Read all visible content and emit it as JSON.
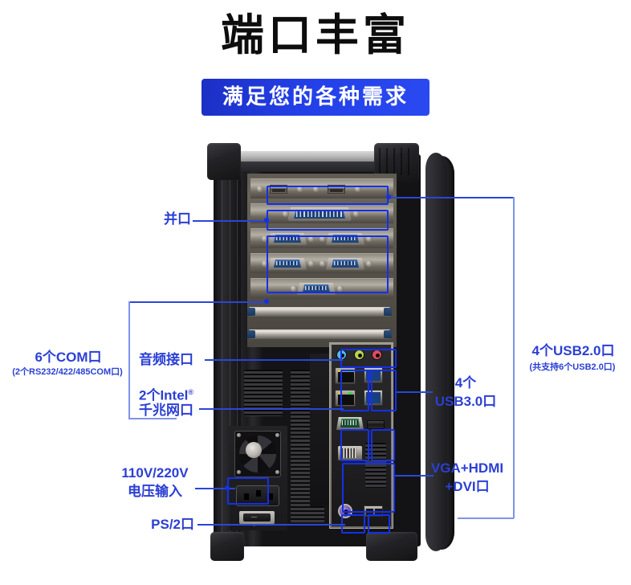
{
  "header": {
    "title": "端口丰富",
    "subtitle": "满足您的各种需求"
  },
  "colors": {
    "accent_blue": "#2b3fd4",
    "highlight_blue": "#1430e8",
    "badge_blue": "#2340e8",
    "label_text": "#2b3fd4",
    "bracket_blue": "#8fa0ec"
  },
  "callouts": {
    "parallel_port": {
      "label": "并口"
    },
    "com_ports": {
      "label": "6个COM口",
      "sub": "(2个RS232/422/485COM口)"
    },
    "audio": {
      "label": "音频接口"
    },
    "lan": {
      "line1": "2个Intel",
      "superscript": "®",
      "line2": "千兆网口"
    },
    "power_input": {
      "line1": "110V/220V",
      "line2": "电压输入"
    },
    "ps2": {
      "label": "PS/2口"
    },
    "usb3": {
      "line1": "4个",
      "line2": "USB3.0口"
    },
    "video": {
      "line1": "VGA+HDMI",
      "line2": "+DVI口"
    },
    "usb2": {
      "label": "4个USB2.0口",
      "sub": "(共支持6个USB2.0口)"
    }
  },
  "device": {
    "name": "industrial-computer-rear-panel",
    "psu_switch_marks": "— ○"
  }
}
